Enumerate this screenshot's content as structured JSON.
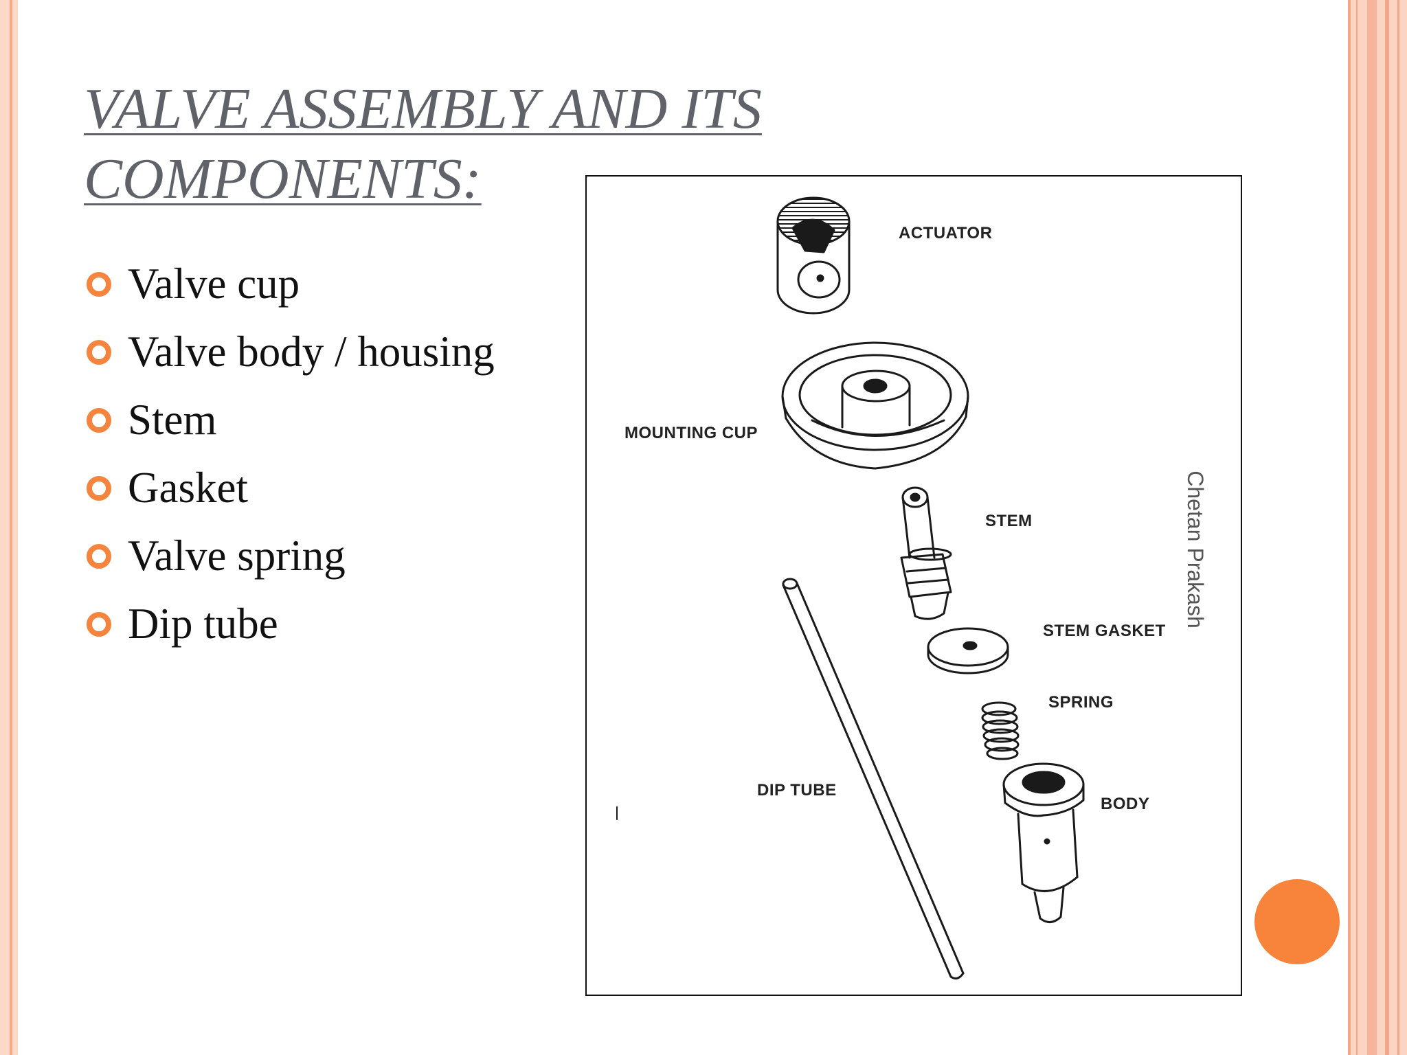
{
  "slide": {
    "title": "VALVE ASSEMBLY AND ITS COMPONENTS:",
    "bullets": [
      "Valve cup",
      "Valve body / housing",
      "Stem",
      "Gasket",
      "Valve spring",
      "Dip tube"
    ],
    "author": "Chetan Prakash"
  },
  "figure": {
    "labels": {
      "actuator": "ACTUATOR",
      "mounting_cup": "MOUNTING CUP",
      "stem": "STEM",
      "stem_gasket": "STEM GASKET",
      "spring": "SPRING",
      "dip_tube": "DIP TUBE",
      "body": "BODY"
    }
  },
  "colors": {
    "accent": "#f8843c",
    "border_pink": "#fbd5c2",
    "title": "#5f6269"
  }
}
